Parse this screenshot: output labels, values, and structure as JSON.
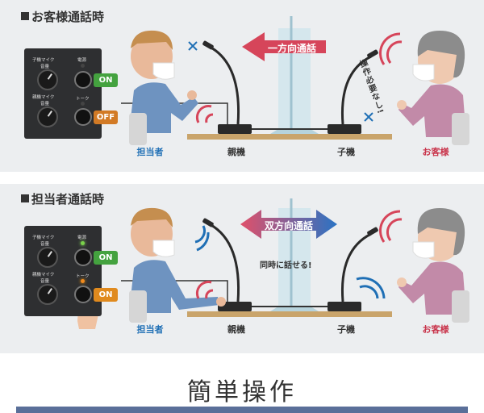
{
  "top": {
    "title": "お客様通話時",
    "arrow_label": "一方向通話",
    "note": "操作必要なし!",
    "badge_1": "ON",
    "badge_2": "OFF",
    "labels": {
      "staff": "担当者",
      "parent": "親機",
      "child": "子機",
      "customer": "お客様"
    },
    "ctrl": {
      "k1": "子機マイク",
      "k2": "親機マイク",
      "k1sub": "音量",
      "k2sub": "音量",
      "p1": "電源",
      "p2": "トーク"
    }
  },
  "bottom": {
    "title": "担当者通話時",
    "arrow_label": "双方向通話",
    "note": "同時に話せる!",
    "badge_1": "ON",
    "badge_2": "ON",
    "labels": {
      "staff": "担当者",
      "parent": "親機",
      "child": "子機",
      "customer": "お客様"
    },
    "ctrl": {
      "k1": "子機マイク",
      "k2": "親機マイク",
      "k1sub": "音量",
      "k2sub": "音量",
      "p1": "電源",
      "p2": "トーク"
    }
  },
  "footer": {
    "title": "簡単操作"
  },
  "colors": {
    "arrow_red": "#d6455a",
    "arrow_blue_left": "#e0506a",
    "arrow_blue_right": "#2a73c4",
    "on": "#44a23f",
    "off": "#d27a25"
  }
}
